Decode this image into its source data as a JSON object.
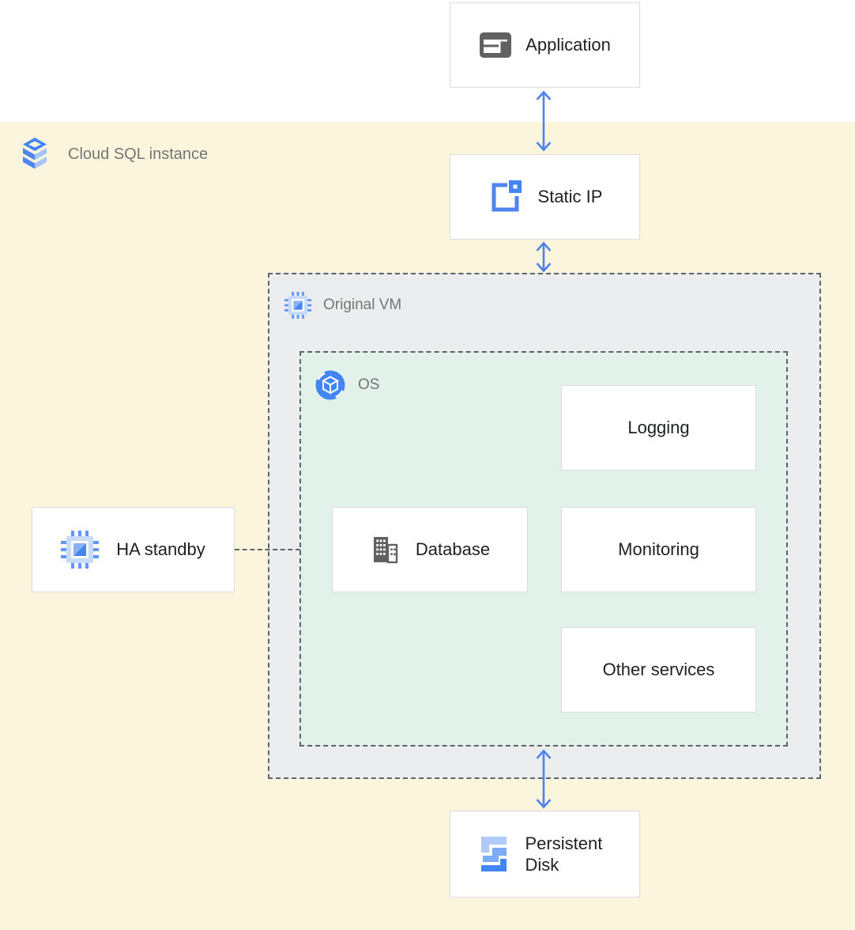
{
  "regions": {
    "cloud_sql": {
      "label": "Cloud SQL instance"
    },
    "original_vm": {
      "label": "Original VM"
    },
    "os": {
      "label": "OS"
    }
  },
  "nodes": {
    "application": {
      "label": "Application"
    },
    "static_ip": {
      "label": "Static IP"
    },
    "ha_standby": {
      "label": "HA standby"
    },
    "database": {
      "label": "Database"
    },
    "logging": {
      "label": "Logging"
    },
    "monitoring": {
      "label": "Monitoring"
    },
    "other_services": {
      "label": "Other services"
    },
    "persistent_disk": {
      "label": "Persistent Disk"
    }
  },
  "icons": {
    "application": "application-window-icon",
    "cloud_sql": "cloud-sql-stack-icon",
    "static_ip": "static-ip-icon",
    "ha_standby": "compute-engine-icon",
    "original_vm": "compute-engine-icon",
    "os": "os-cube-circle-icon",
    "database": "database-building-icon",
    "persistent_disk": "persistent-disk-icon"
  },
  "colors": {
    "arrow_blue": "#4e83eb",
    "icon_blue": "#4285f4",
    "icon_blue_light": "#aecbfa",
    "icon_blue_medium": "#7baaf7",
    "icon_gray": "#616161",
    "region_yellow": "#fbf5dd",
    "vm_region_gray": "#ecedef",
    "os_region_green": "#e2f1e9",
    "dashed_border_gray": "#5f6368",
    "node_border_gray": "#dadce0",
    "region_label_gray": "#757575",
    "node_text_dark": "#202124"
  }
}
